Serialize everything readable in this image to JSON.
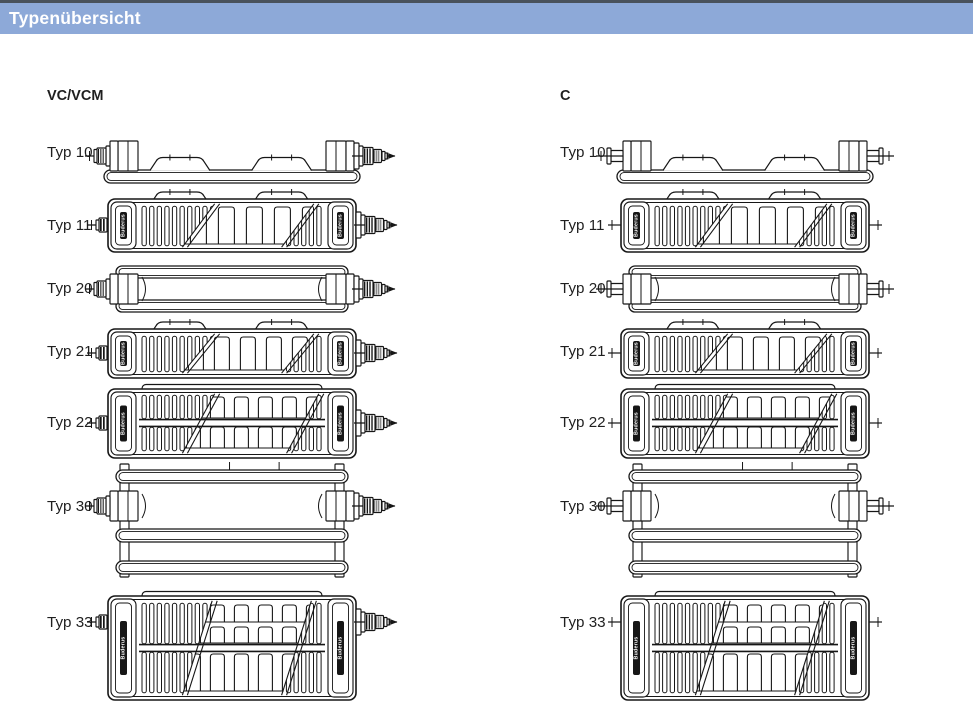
{
  "page_title": "Typenübersicht",
  "brand": "Buderus",
  "columns": [
    {
      "id": "vc-vcm",
      "label": "VC/VCM",
      "has_valve": true
    },
    {
      "id": "c",
      "label": "C",
      "has_valve": false
    }
  ],
  "types": [
    {
      "id": "typ-10",
      "label": "Typ 10",
      "panels": 1,
      "convector_rows": 0,
      "grille_casing": false
    },
    {
      "id": "typ-11",
      "label": "Typ 11",
      "panels": 1,
      "convector_rows": 1,
      "grille_casing": true
    },
    {
      "id": "typ-20",
      "label": "Typ 20",
      "panels": 2,
      "convector_rows": 0,
      "grille_casing": false
    },
    {
      "id": "typ-21",
      "label": "Typ 21",
      "panels": 2,
      "convector_rows": 1,
      "grille_casing": true
    },
    {
      "id": "typ-22",
      "label": "Typ 22",
      "panels": 2,
      "convector_rows": 2,
      "grille_casing": true
    },
    {
      "id": "typ-30",
      "label": "Typ 30",
      "panels": 3,
      "convector_rows": 0,
      "grille_casing": false
    },
    {
      "id": "typ-33",
      "label": "Typ 33",
      "panels": 3,
      "convector_rows": 3,
      "grille_casing": true
    }
  ],
  "colors": {
    "title_band": "#8da9d8",
    "top_rule": "#49525c",
    "line": "#161616",
    "label_text": "#1f1f1f",
    "title_text": "#ffffff"
  }
}
